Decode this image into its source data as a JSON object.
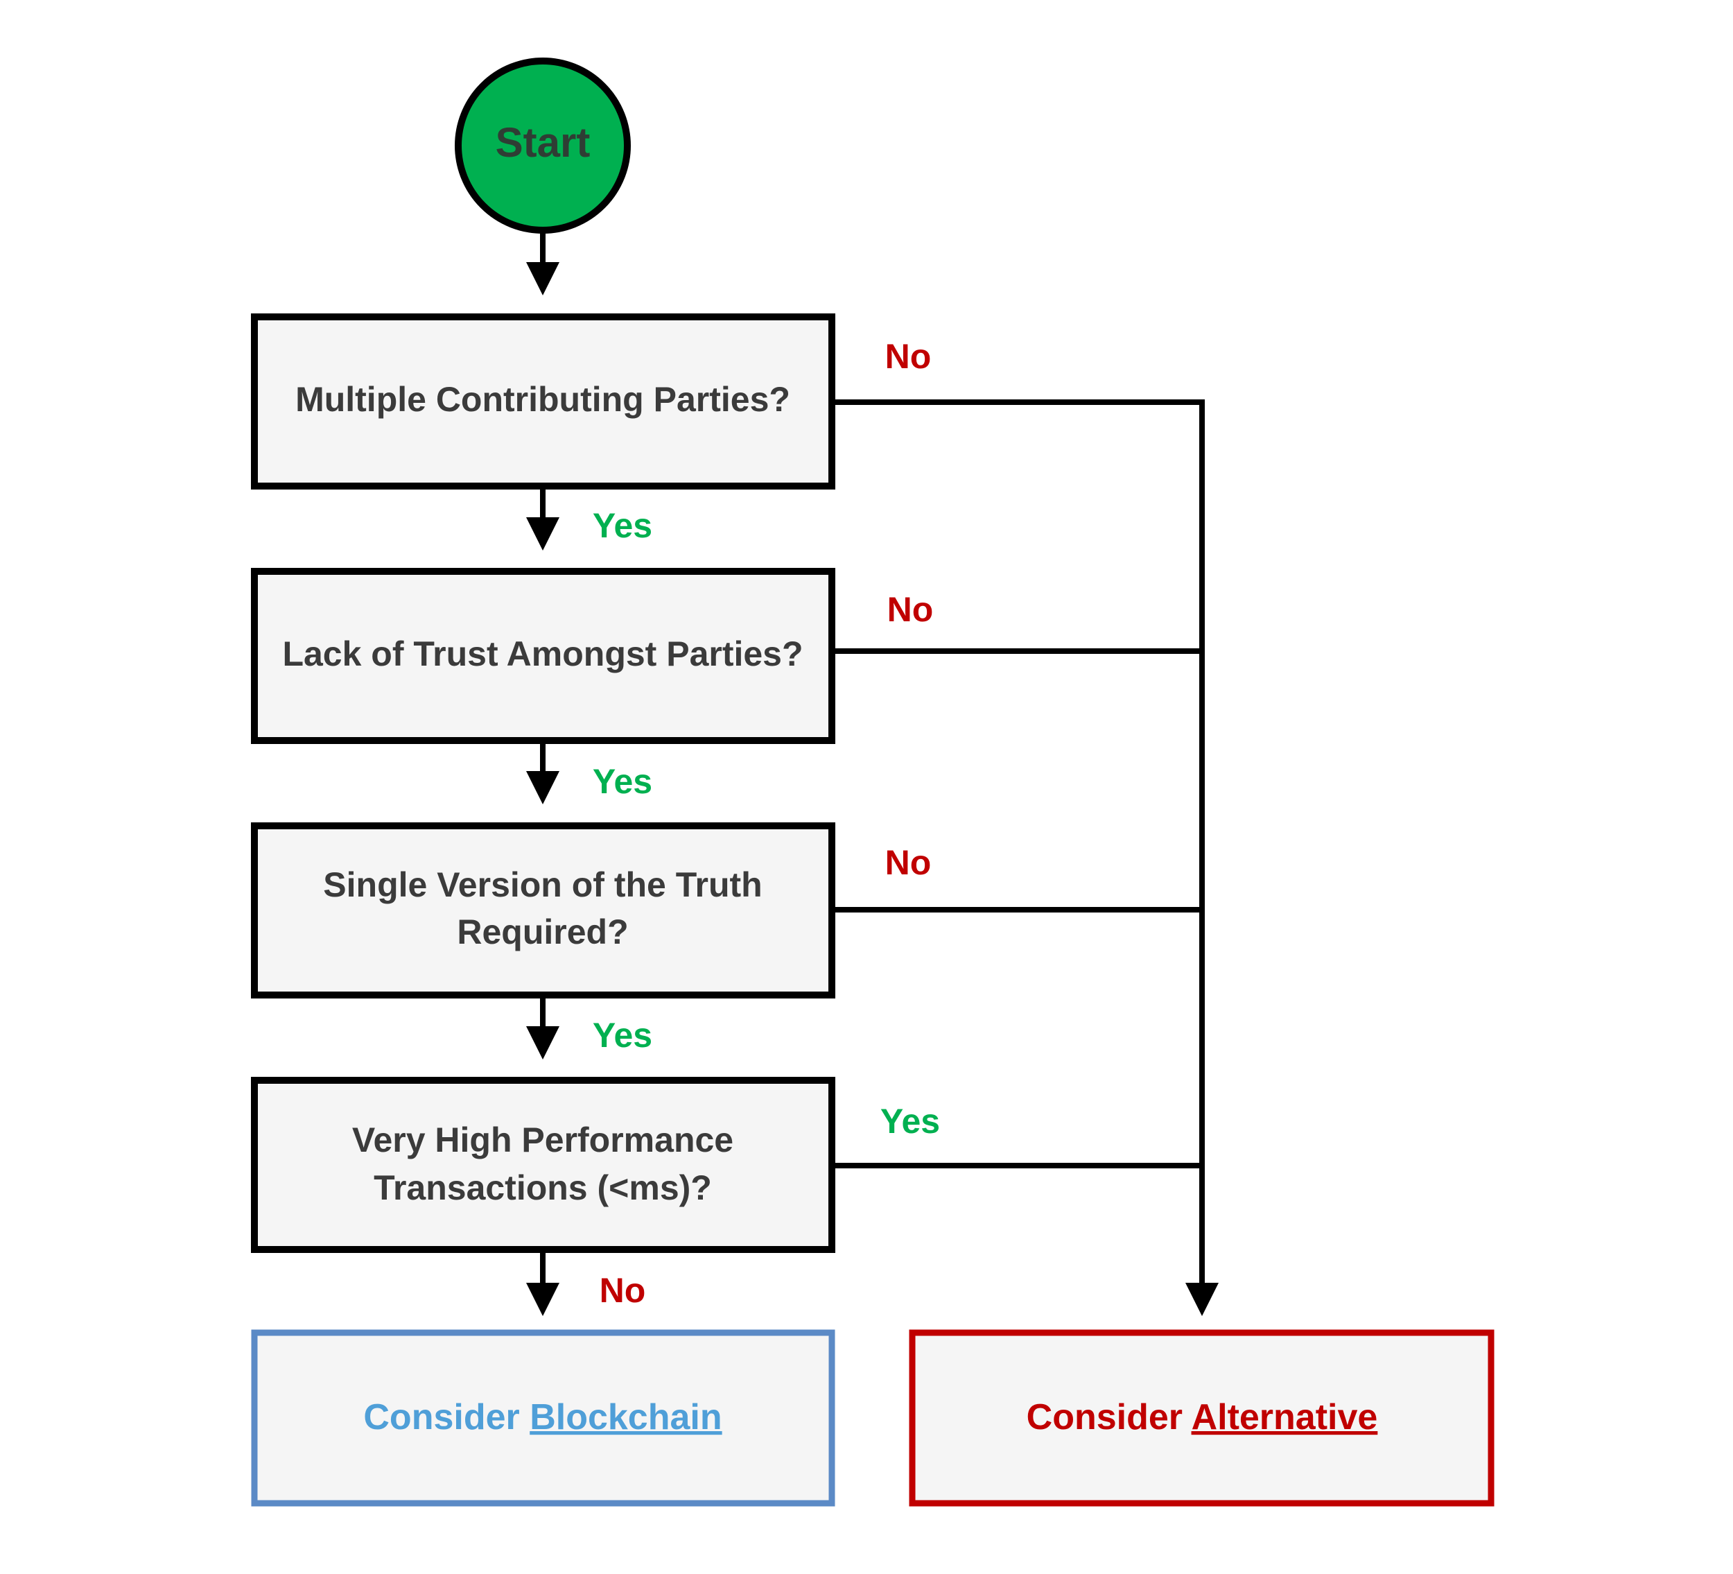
{
  "start": {
    "label": "Start"
  },
  "colors": {
    "start_fill": "#00b050",
    "box_fill": "#f5f5f5",
    "line": "#000000",
    "yes": "#00b050",
    "no": "#c00000",
    "blockchain": "#4f9fd8",
    "blockchain_border": "#5b8ac6",
    "alternative": "#c00000"
  },
  "decisions": [
    {
      "lines": [
        "Multiple Contributing Parties?"
      ],
      "down_label": "Yes",
      "right_label": "No"
    },
    {
      "lines": [
        "Lack of Trust Amongst Parties?"
      ],
      "down_label": "Yes",
      "right_label": "No"
    },
    {
      "lines": [
        "Single Version of the Truth",
        "Required?"
      ],
      "down_label": "Yes",
      "right_label": "No"
    },
    {
      "lines": [
        "Very High Performance",
        "Transactions (<ms)?"
      ],
      "down_label": "No",
      "right_label": "Yes"
    }
  ],
  "outcomes": {
    "blockchain": {
      "prefix": "Consider ",
      "keyword": "Blockchain"
    },
    "alternative": {
      "prefix": "Consider ",
      "keyword": "Alternative"
    }
  }
}
